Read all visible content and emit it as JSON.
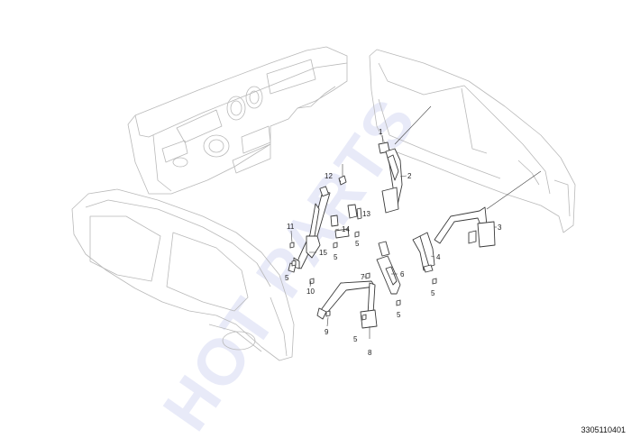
{
  "watermark": "HOT PARTS",
  "diagram_code": "3305110401",
  "callouts": [
    {
      "id": "1",
      "label": "1"
    },
    {
      "id": "2",
      "label": "2"
    },
    {
      "id": "3",
      "label": "3"
    },
    {
      "id": "4",
      "label": "4"
    },
    {
      "id": "5a",
      "label": "5"
    },
    {
      "id": "5b",
      "label": "5"
    },
    {
      "id": "5c",
      "label": "5"
    },
    {
      "id": "5d",
      "label": "5"
    },
    {
      "id": "5e",
      "label": "5"
    },
    {
      "id": "5f",
      "label": "5"
    },
    {
      "id": "6",
      "label": "6"
    },
    {
      "id": "7",
      "label": "7"
    },
    {
      "id": "8",
      "label": "8"
    },
    {
      "id": "9",
      "label": "9"
    },
    {
      "id": "10",
      "label": "10"
    },
    {
      "id": "11",
      "label": "11"
    },
    {
      "id": "12",
      "label": "12"
    },
    {
      "id": "13",
      "label": "13"
    },
    {
      "id": "14",
      "label": "14"
    },
    {
      "id": "15",
      "label": "15"
    }
  ]
}
